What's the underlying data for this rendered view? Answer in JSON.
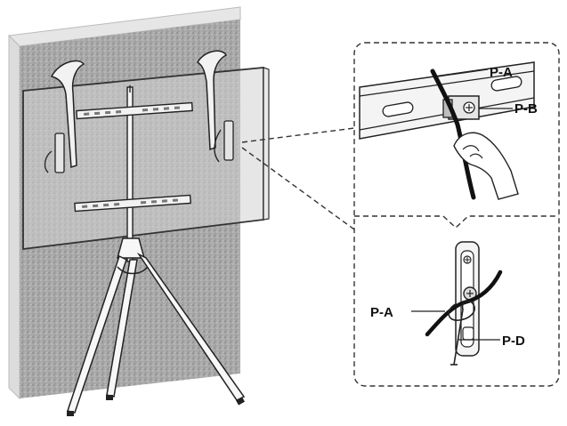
{
  "labels": {
    "pa_top": "P-A",
    "pb": "P-B",
    "pa_bottom": "P-A",
    "pd": "P-D"
  },
  "colors": {
    "wall": "#a7a7a7",
    "wall_edge": "#d9d9d9",
    "panel": "#c9c9c9",
    "line": "#222222",
    "callout_border": "#333333"
  }
}
